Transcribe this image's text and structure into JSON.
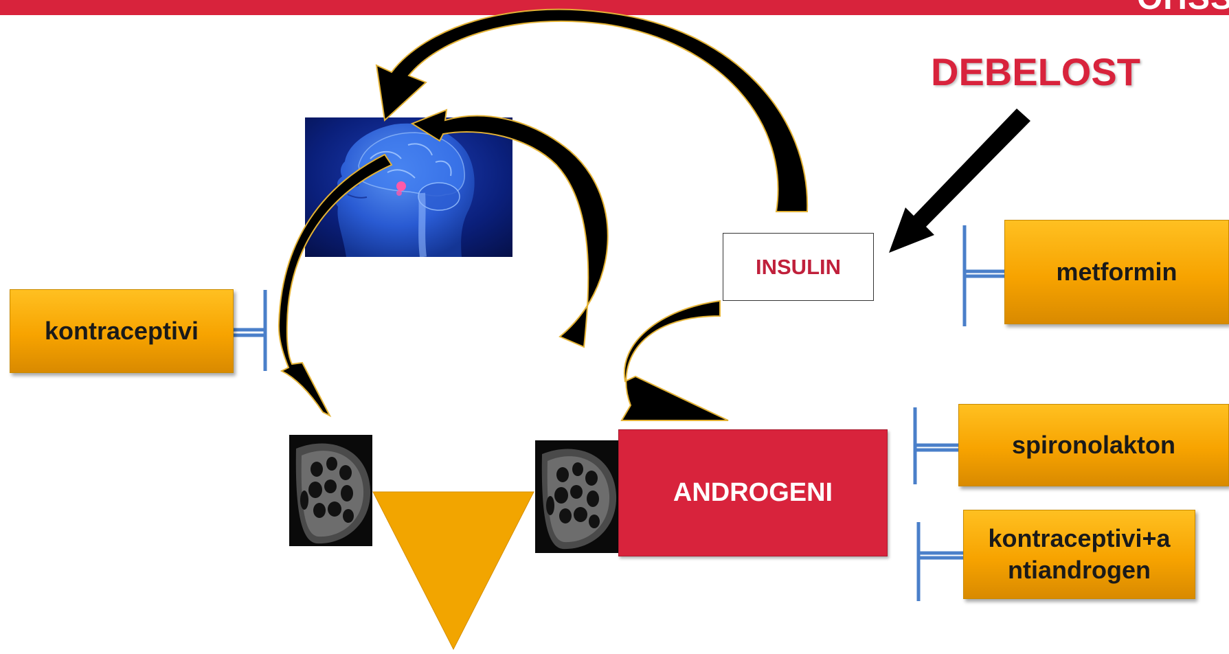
{
  "header": {
    "corner_title": "OHSS",
    "accent_color": "#d8233c"
  },
  "diagram": {
    "debelost_label": "DEBELOST",
    "insulin_label": "INSULIN",
    "androgeni_label": "ANDROGENI",
    "treatments": {
      "kontraceptivi": "kontraceptivi",
      "metformin": "metformin",
      "spironolakton": "spironolakton",
      "kontraceptivi_antiandrogen_line1": "kontraceptivi+a",
      "kontraceptivi_antiandrogen_line2": "ntiandrogen"
    },
    "images": {
      "brain": "brain-hypothalamus-pituitary-image",
      "ovary_left": "polycystic-ovary-ultrasound-left",
      "ovary_right": "polycystic-ovary-ultrasound-right"
    },
    "colors": {
      "orange_box": "#f7a300",
      "androgeni_red": "#d8233c",
      "inhibitor_blue": "#4a7fc9",
      "arrow_black": "#000000",
      "arrow_outline": "#e3b235"
    }
  }
}
